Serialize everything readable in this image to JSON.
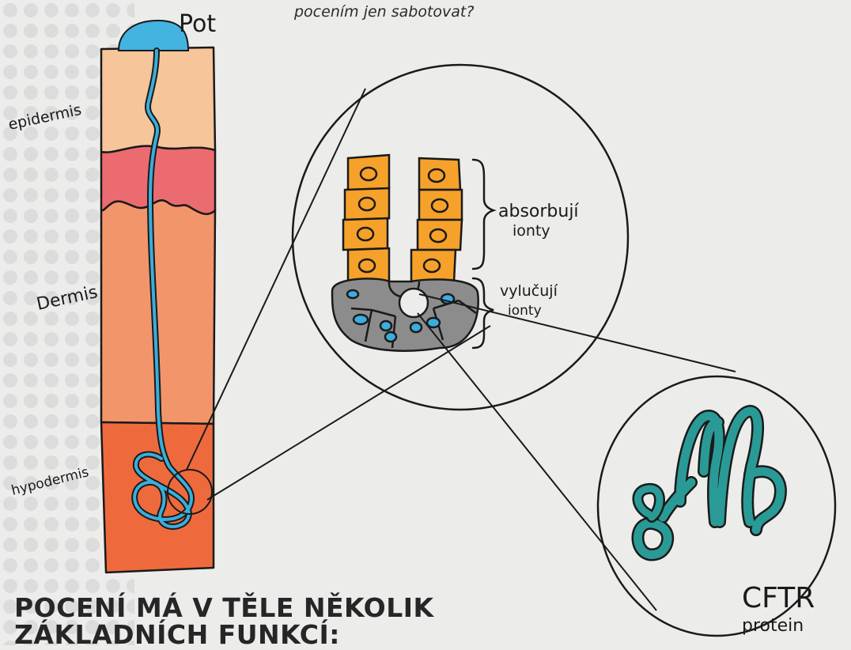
{
  "caption_top": "pocením jen sabotovat?",
  "labels": {
    "sweat": "Pot",
    "epidermis": "epidermis",
    "dermis": "Dermis",
    "hypodermis": "hypodermis",
    "absorb_line1": "absorbují",
    "absorb_line2": "ionty",
    "secrete_line1": "vylučují",
    "secrete_line2": "ionty",
    "cftr": "CFTR",
    "protein": "protein"
  },
  "heading": {
    "line1": "POCENÍ MÁ V TĚLE NĚKOLIK",
    "line2": "ZÁKLADNÍCH FUNKCÍ:"
  },
  "colors": {
    "background": "#ececeb",
    "sweat_drop": "#43b3e0",
    "epidermis": "#f7c59a",
    "dermis_upper": "#ec6b70",
    "dermis": "#f2956b",
    "hypodermis": "#ee6a3d",
    "duct": "#3aaedc",
    "absorb_cells": "#f5a12a",
    "secrete_cells": "#8c8c8c",
    "cftr_protein": "#2a9a96"
  }
}
